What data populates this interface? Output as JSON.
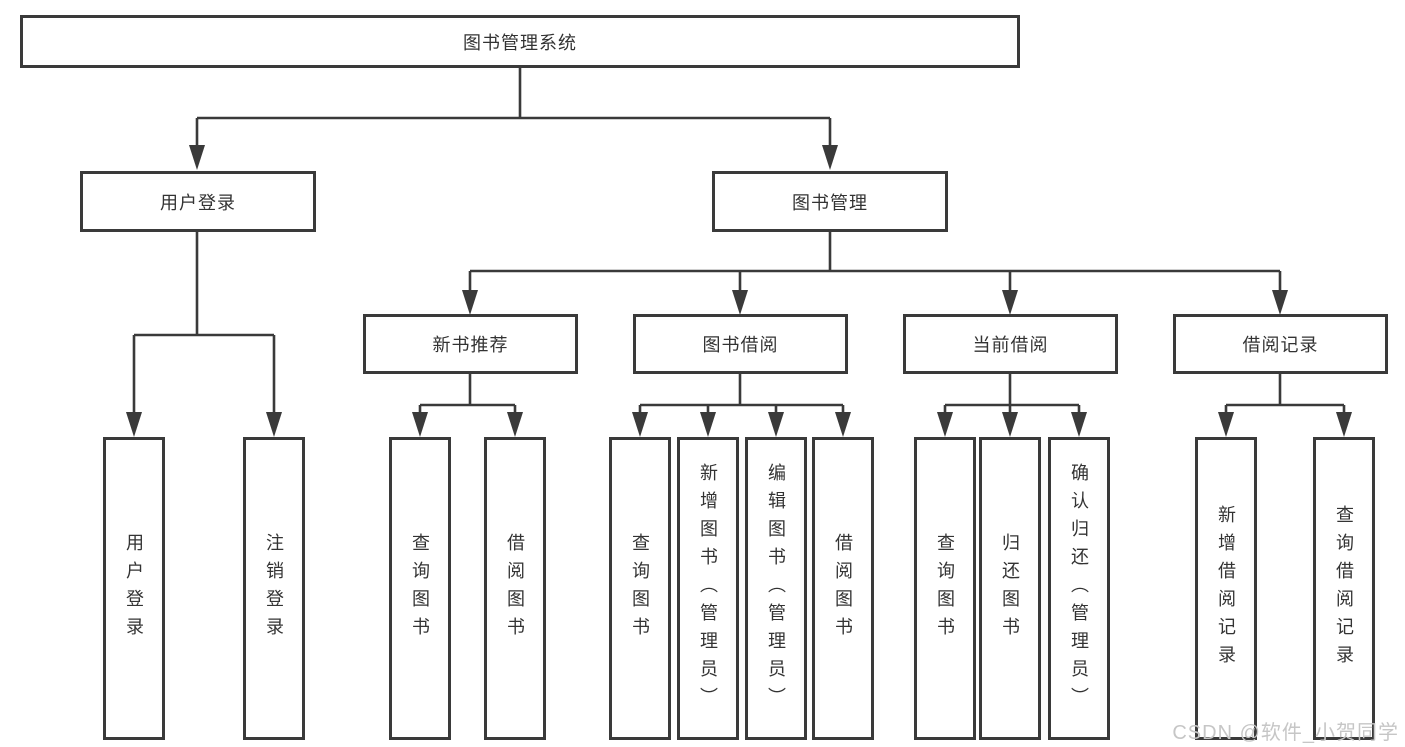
{
  "diagram": {
    "root": {
      "label": "图书管理系统"
    },
    "level2": {
      "user_login": "用户登录",
      "book_management": "图书管理"
    },
    "level3": {
      "new_books": "新书推荐",
      "book_borrow": "图书借阅",
      "current_borrow": "当前借阅",
      "borrow_records": "借阅记录"
    },
    "leaves": {
      "user_login": [
        "用户登录",
        "注销登录"
      ],
      "new_books": [
        "查询图书",
        "借阅图书"
      ],
      "book_borrow": [
        "查询图书",
        "新增图书（管理员）",
        "编辑图书（管理员）",
        "借阅图书"
      ],
      "current_borrow": [
        "查询图书",
        "归还图书",
        "确认归还（管理员）"
      ],
      "borrow_records": [
        "新增借阅记录",
        "查询借阅记录"
      ]
    }
  },
  "watermark": "CSDN @软件_小贺同学",
  "colors": {
    "line": "#3a3a3a",
    "text": "#333333",
    "background": "#ffffff",
    "watermark": "#c6c6c6"
  }
}
